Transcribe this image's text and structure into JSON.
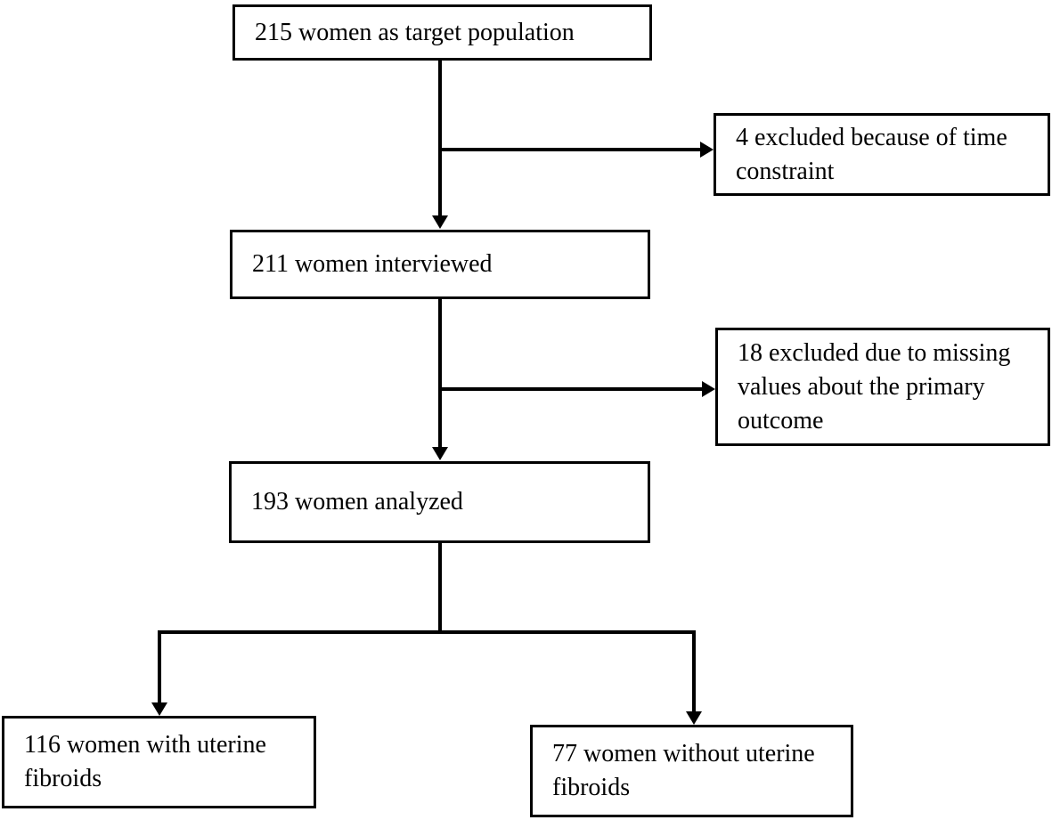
{
  "diagram": {
    "type": "flowchart",
    "background_color": "#ffffff",
    "box_border_color": "#000000",
    "line_color": "#000000",
    "text_color": "#000000",
    "nodes": [
      {
        "id": "target-population",
        "label": "215 women as target population"
      },
      {
        "id": "excluded-time-constraint",
        "label": "4 excluded because of time constraint"
      },
      {
        "id": "interviewed",
        "label": "211 women interviewed"
      },
      {
        "id": "excluded-missing-values",
        "label": "18 excluded due to missing values about the primary outcome"
      },
      {
        "id": "analyzed",
        "label": "193 women analyzed"
      },
      {
        "id": "with-uterine-fibroids",
        "label": "116 women with uterine fibroids"
      },
      {
        "id": "without-uterine-fibroids",
        "label": "77 women without uterine fibroids"
      }
    ],
    "edges": [
      {
        "from": "target-population",
        "to": "interviewed"
      },
      {
        "from": "target-population",
        "to": "excluded-time-constraint"
      },
      {
        "from": "interviewed",
        "to": "analyzed"
      },
      {
        "from": "interviewed",
        "to": "excluded-missing-values"
      },
      {
        "from": "analyzed",
        "to": "with-uterine-fibroids"
      },
      {
        "from": "analyzed",
        "to": "without-uterine-fibroids"
      }
    ]
  }
}
